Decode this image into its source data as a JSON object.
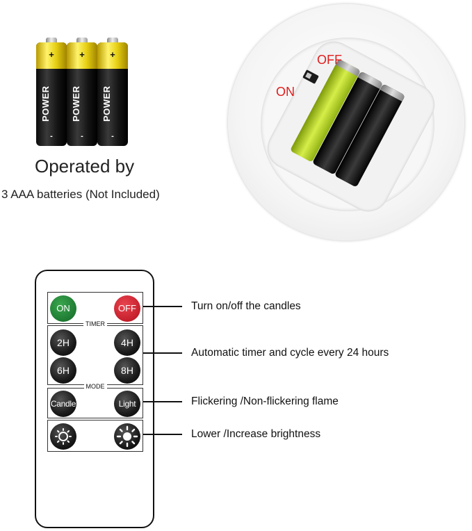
{
  "batteries": {
    "units": [
      {
        "plus": "+",
        "brand": "POWER",
        "minus": "-"
      },
      {
        "plus": "+",
        "brand": "POWER",
        "minus": "-"
      },
      {
        "plus": "+",
        "brand": "POWER",
        "minus": "-"
      }
    ],
    "caption_line1": "Operated by",
    "caption_line2": "3 AAA batteries (Not Included)"
  },
  "candle_base": {
    "switch_label_off": "OFF",
    "switch_label_on": "ON",
    "label_color": "#e31c1c"
  },
  "remote": {
    "power": {
      "on_label": "ON",
      "off_label": "OFF"
    },
    "timer": {
      "legend": "TIMER",
      "buttons": [
        "2H",
        "4H",
        "6H",
        "8H"
      ]
    },
    "mode": {
      "legend": "MODE",
      "candle_label": "Candle",
      "light_label": "Light"
    },
    "brightness": {
      "lower_icon": "dim-sun-icon",
      "increase_icon": "bright-sun-icon"
    }
  },
  "descriptions": {
    "power": "Turn on/off the candles",
    "timer": "Automatic timer and cycle every 24 hours",
    "mode": "Flickering /Non-flickering flame",
    "brightness": "Lower /Increase brightness"
  }
}
